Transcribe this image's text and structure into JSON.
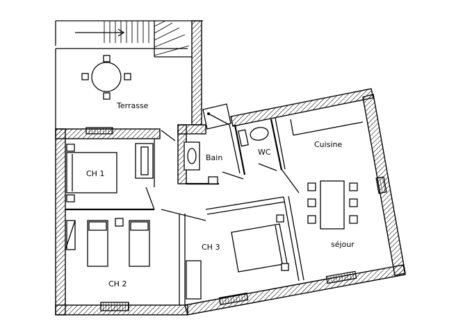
{
  "rooms": {
    "terrasse": "Terrasse",
    "bain": "Bain",
    "wc": "WC",
    "cuisine": "Cuisine",
    "ch1": "CH 1",
    "ch2": "CH 2",
    "ch3": "CH 3",
    "sejour": "séjour"
  },
  "colors": {
    "line": "#000000",
    "background": "#ffffff"
  }
}
